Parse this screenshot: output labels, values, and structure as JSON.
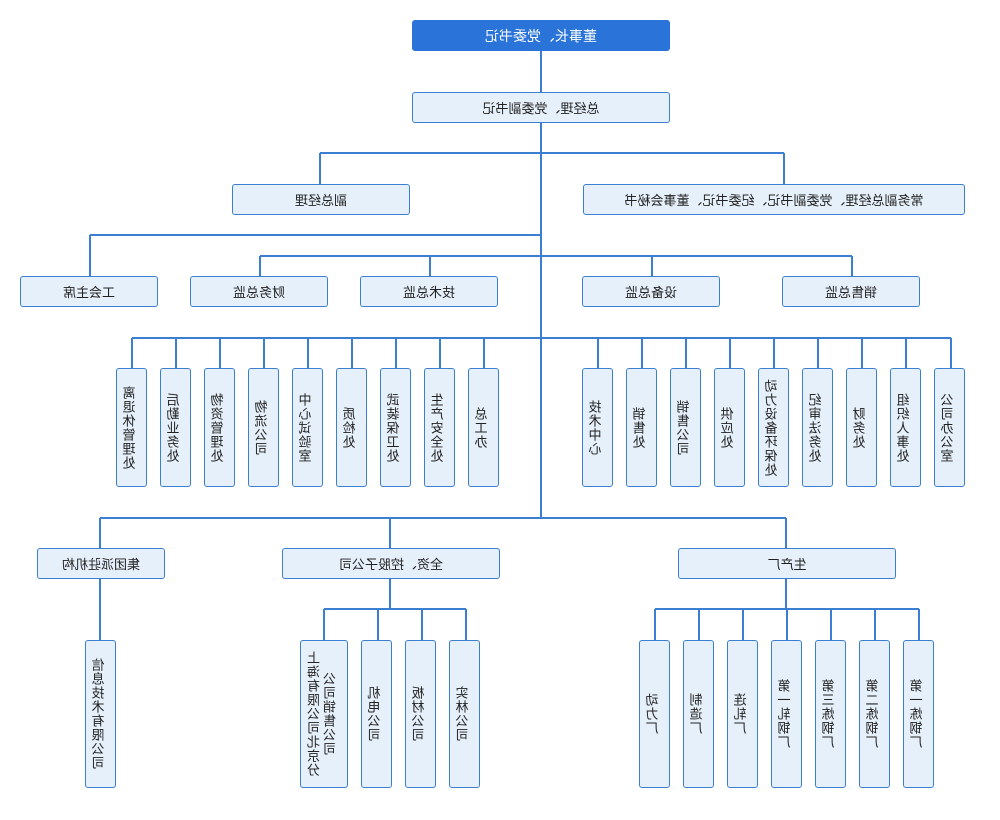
{
  "nodes": {
    "chairman": "董事长、党委书记",
    "gm": "总经理、党委副书记",
    "deputy_gm": "副总经理",
    "exec_vp": "常务副总经理、党委副书记、纪委书记、董事会秘书",
    "chiefs": [
      "工会主席",
      "财务总监",
      "技术总监",
      "设备总监",
      "销售总监"
    ],
    "departments_left": [
      "离退休管理处",
      "后勤业务处",
      "物资管理处",
      "物流公司",
      "中心试验室",
      "质检处",
      "武装保卫处",
      "生产安全处",
      "总工办"
    ],
    "departments_right": [
      "技术中心",
      "销售处",
      "销售公司",
      "供应处",
      "动力设备环保处",
      "纪审法务处",
      "财务处",
      "组织人事处",
      "公司办公室"
    ],
    "groups": [
      "集团派驻机构",
      "全资、控股子公司",
      "生产厂"
    ],
    "group_station": [
      "信息技术有限公司"
    ],
    "group_subsidiaries": [
      "上海有限公司北京分公司销售公司",
      "机电公司",
      "板材公司",
      "实林公司"
    ],
    "group_plants": [
      "动力厂",
      "制造厂",
      "连轧厂",
      "第一轧钢厂",
      "第三炼钢厂",
      "第二炼钢厂",
      "第一炼钢厂"
    ]
  }
}
